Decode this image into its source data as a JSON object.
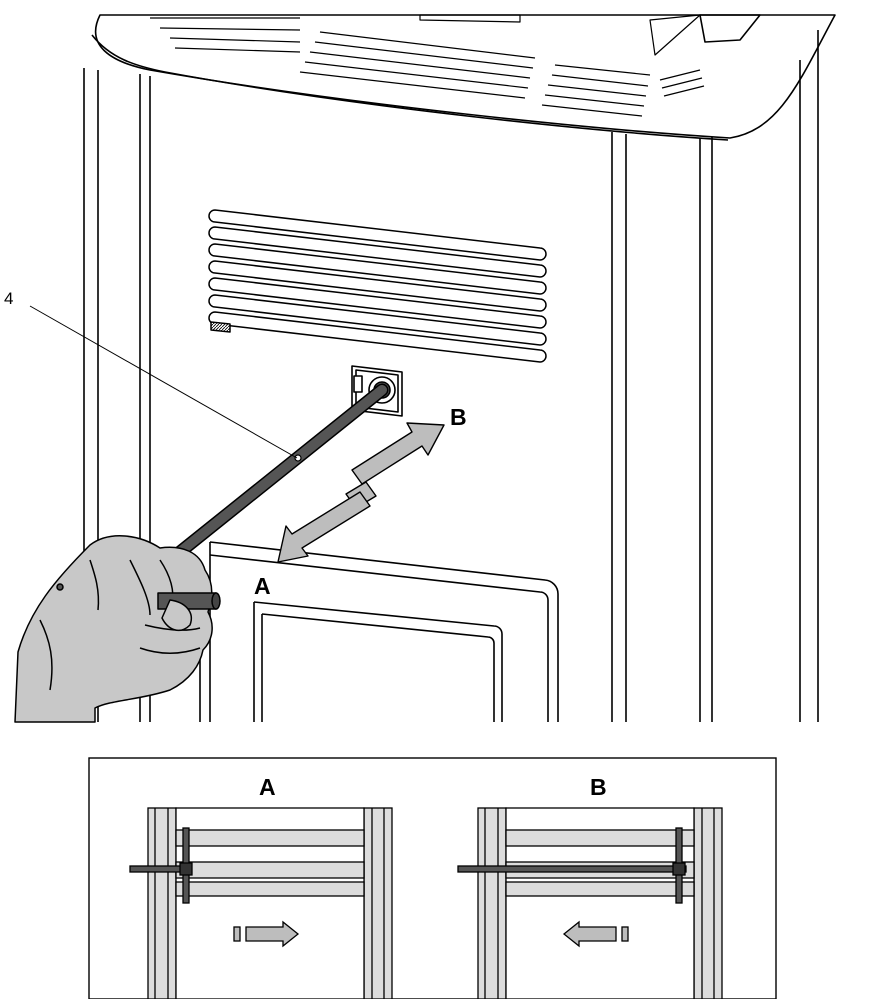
{
  "labels": {
    "part_number": "4",
    "direction_a": "A",
    "direction_b": "B"
  },
  "detail_panels": {
    "left_title": "A",
    "right_title": "B"
  },
  "colors": {
    "stroke": "#000000",
    "arrow_fill": "#bdbdbd",
    "hand_fill": "#c8c8c8",
    "rail_fill": "#dcdcdc",
    "rod_fill": "#555555"
  }
}
